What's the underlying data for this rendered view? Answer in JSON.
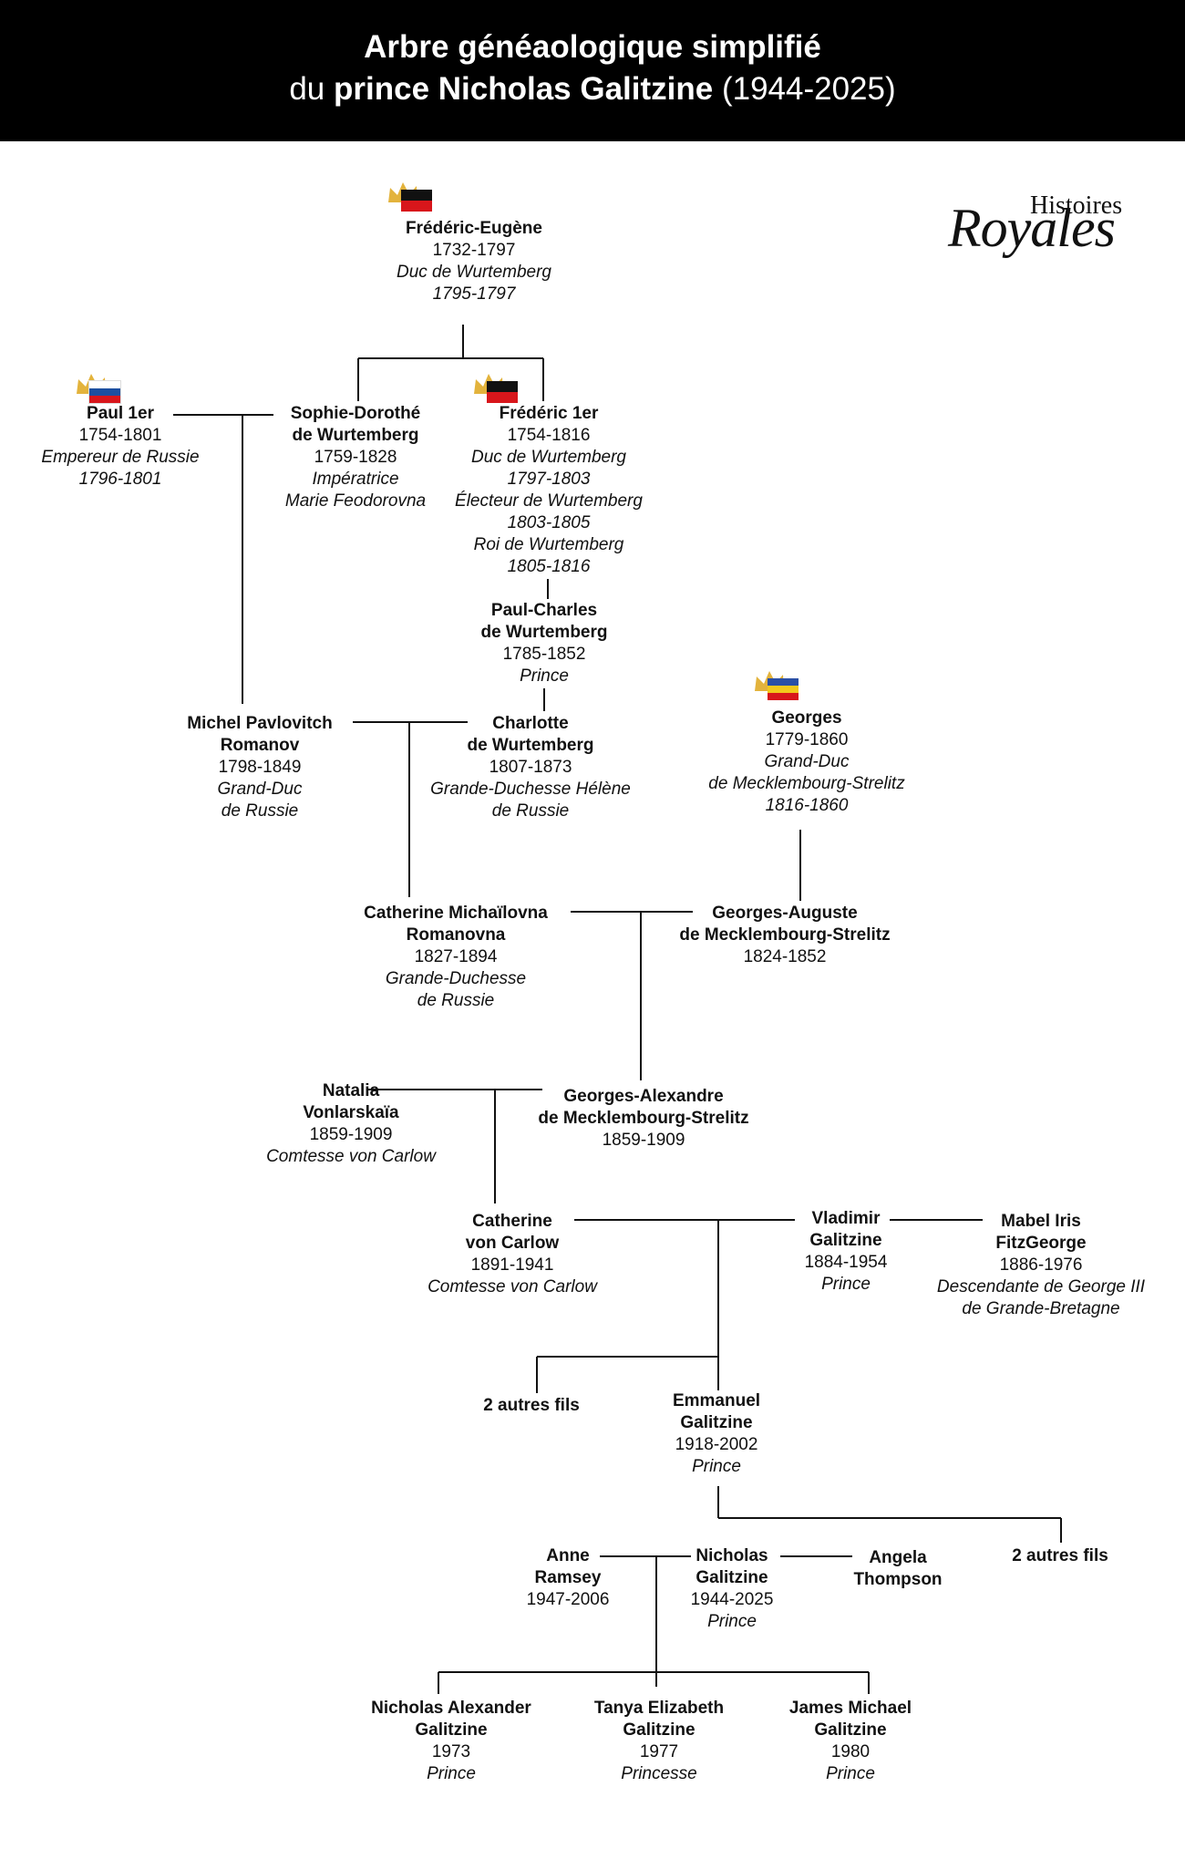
{
  "header": {
    "title_line1": "Arbre généaologique simplifié",
    "title_line2_pre": "du ",
    "title_line2_bold": "prince Nicholas Galitzine",
    "title_line2_post": " (1944-2025)"
  },
  "logo": {
    "line1": "Histoires",
    "line2": "Royales"
  },
  "colors": {
    "header_bg": "#000000",
    "crown": "#e3b33c",
    "flag_wurtemberg": [
      "#111111",
      "#d8161b"
    ],
    "flag_russia": [
      "#ffffff",
      "#1c4fa0",
      "#d8161b"
    ],
    "flag_mecklenburg": [
      "#2a4fa5",
      "#f2c81c",
      "#d8161b"
    ]
  },
  "persons": {
    "frederic_eugene": {
      "name": [
        "Frédéric-Eugène"
      ],
      "dates": "1732-1797",
      "titles": [
        "Duc de Wurtemberg",
        "1795-1797"
      ]
    },
    "paul1": {
      "name": [
        "Paul 1er"
      ],
      "dates": "1754-1801",
      "titles": [
        "Empereur de Russie",
        "1796-1801"
      ]
    },
    "sophie": {
      "name": [
        "Sophie-Dorothé",
        "de Wurtemberg"
      ],
      "dates": "1759-1828",
      "titles": [
        "Impératrice",
        "Marie Feodorovna"
      ]
    },
    "frederic1": {
      "name": [
        "Frédéric 1er"
      ],
      "dates": "1754-1816",
      "titles": [
        "Duc de Wurtemberg",
        "1797-1803",
        "Électeur de Wurtemberg",
        "1803-1805",
        "Roi de Wurtemberg",
        "1805-1816"
      ]
    },
    "paul_charles": {
      "name": [
        "Paul-Charles",
        "de Wurtemberg"
      ],
      "dates": "1785-1852",
      "titles": [
        "Prince"
      ]
    },
    "michel": {
      "name": [
        "Michel Pavlovitch",
        "Romanov"
      ],
      "dates": "1798-1849",
      "titles": [
        "Grand-Duc",
        "de Russie"
      ]
    },
    "charlotte": {
      "name": [
        "Charlotte",
        "de Wurtemberg"
      ],
      "dates": "1807-1873",
      "titles": [
        "Grande-Duchesse Hélène",
        "de Russie"
      ]
    },
    "georges": {
      "name": [
        "Georges"
      ],
      "dates": "1779-1860",
      "titles": [
        "Grand-Duc",
        "de Mecklembourg-Strelitz",
        "1816-1860"
      ]
    },
    "catherine_m": {
      "name": [
        "Catherine Michaïlovna",
        "Romanovna"
      ],
      "dates": "1827-1894",
      "titles": [
        "Grande-Duchesse",
        "de Russie"
      ]
    },
    "georges_auguste": {
      "name": [
        "Georges-Auguste",
        "de Mecklembourg-Strelitz"
      ],
      "dates": "1824-1852",
      "titles": []
    },
    "natalia": {
      "name": [
        "Natalia",
        "Vonlarskaïa"
      ],
      "dates": "1859-1909",
      "titles": [
        "Comtesse von Carlow"
      ]
    },
    "georges_alexandre": {
      "name": [
        "Georges-Alexandre",
        "de Mecklembourg-Strelitz"
      ],
      "dates": "1859-1909",
      "titles": []
    },
    "catherine_vc": {
      "name": [
        "Catherine",
        "von Carlow"
      ],
      "dates": "1891-1941",
      "titles": [
        "Comtesse von Carlow"
      ]
    },
    "vladimir": {
      "name": [
        "Vladimir",
        "Galitzine"
      ],
      "dates": "1884-1954",
      "titles": [
        "Prince"
      ]
    },
    "mabel": {
      "name": [
        "Mabel Iris",
        "FitzGeorge"
      ],
      "dates": "1886-1976",
      "titles": [
        "Descendante de George III",
        "de Grande-Bretagne"
      ]
    },
    "autres_fils_1": {
      "name": [
        "2 autres fils"
      ],
      "dates": "",
      "titles": []
    },
    "emmanuel": {
      "name": [
        "Emmanuel",
        "Galitzine"
      ],
      "dates": "1918-2002",
      "titles": [
        "Prince"
      ]
    },
    "anne": {
      "name": [
        "Anne",
        "Ramsey"
      ],
      "dates": "1947-2006",
      "titles": []
    },
    "nicholas": {
      "name": [
        "Nicholas",
        "Galitzine"
      ],
      "dates": "1944-2025",
      "titles": [
        "Prince"
      ]
    },
    "angela": {
      "name": [
        "Angela",
        "Thompson"
      ],
      "dates": "",
      "titles": []
    },
    "autres_fils_2": {
      "name": [
        "2 autres fils"
      ],
      "dates": "",
      "titles": []
    },
    "nicholas_alexander": {
      "name": [
        "Nicholas Alexander",
        "Galitzine"
      ],
      "dates": "1973",
      "titles": [
        "Prince"
      ]
    },
    "tanya": {
      "name": [
        "Tanya Elizabeth",
        "Galitzine"
      ],
      "dates": "1977",
      "titles": [
        "Princesse"
      ]
    },
    "james": {
      "name": [
        "James Michael",
        "Galitzine"
      ],
      "dates": "1980",
      "titles": [
        "Prince"
      ]
    }
  }
}
